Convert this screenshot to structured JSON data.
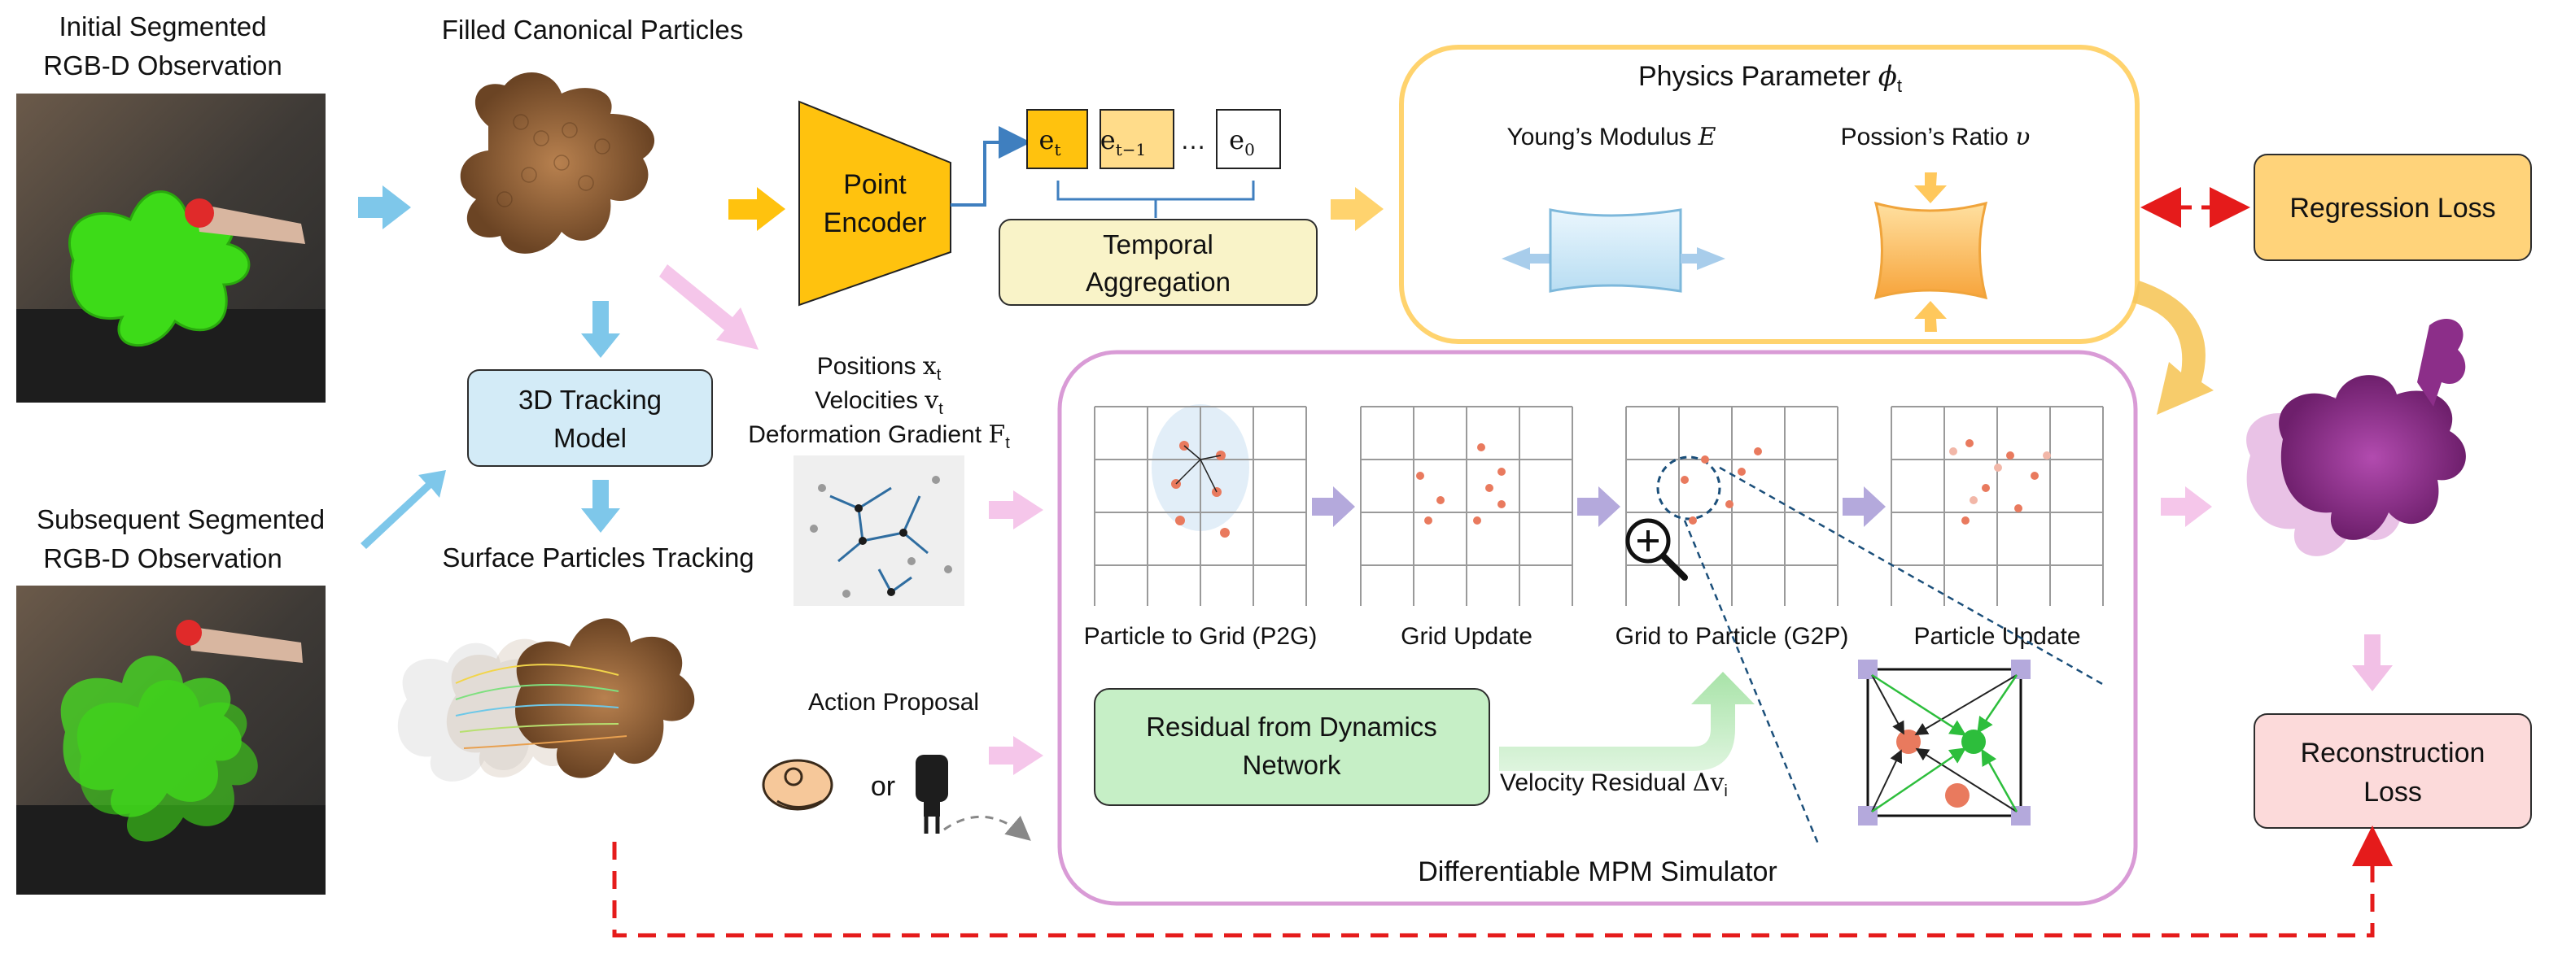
{
  "labels": {
    "initial_obs": [
      "Initial Segmented",
      "RGB-D Observation"
    ],
    "subsequent_obs": [
      "Subsequent Segmented",
      "RGB-D Observation"
    ],
    "filled_particles": "Filled Canonical Particles",
    "surface_tracking": "Surface Particles Tracking",
    "tracking_model": [
      "3D Tracking",
      "Model"
    ],
    "point_encoder": [
      "Point",
      "Encoder"
    ],
    "embeddings": [
      {
        "base": "e",
        "sub": "t"
      },
      {
        "base": "e",
        "sub": "t−1"
      },
      {
        "base": "…",
        "sub": ""
      },
      {
        "base": "e",
        "sub": "0"
      }
    ],
    "temporal_aggregation": [
      "Temporal",
      "Aggregation"
    ],
    "physics_title": {
      "text": "Physics Parameter ",
      "sym": "ϕ",
      "sub": "t"
    },
    "young": {
      "text": "Young’s Modulus ",
      "sym": "E"
    },
    "poisson": {
      "text": "Possion’s Ratio ",
      "sym": "υ"
    },
    "regression_loss": "Regression Loss",
    "state_lines": [
      {
        "text": "Positions ",
        "sym": "x",
        "sub": "t"
      },
      {
        "text": "Velocities ",
        "sym": "v",
        "sub": "t"
      },
      {
        "text": "Deformation Gradient ",
        "sym": "F",
        "sub": "t"
      }
    ],
    "mpm_steps": [
      "Particle to Grid (P2G)",
      "Grid Update",
      "Grid to Particle (G2P)",
      "Particle Update"
    ],
    "residual_box": [
      "Residual from Dynamics",
      "Network"
    ],
    "velocity_residual": {
      "text": "Velocity Residual ",
      "sym": "Δv",
      "sub": "i"
    },
    "simulator": "Differentiable MPM Simulator",
    "action_proposal": "Action Proposal",
    "or": "or",
    "reconstruction_loss": [
      "Reconstruction",
      "Loss"
    ]
  },
  "colors": {
    "encoder": "#FFC20E",
    "embedding": "#FFD35C",
    "physics_border": "#FFD36E",
    "simulator_border": "#D99BD6",
    "residual_fill": "#C6EFC6",
    "tracking_fill": "#D3EBF7",
    "regression_fill": "#FFD37A",
    "reconstruction_fill": "#FCDADA",
    "loss_arrow": "#E51B1B"
  }
}
